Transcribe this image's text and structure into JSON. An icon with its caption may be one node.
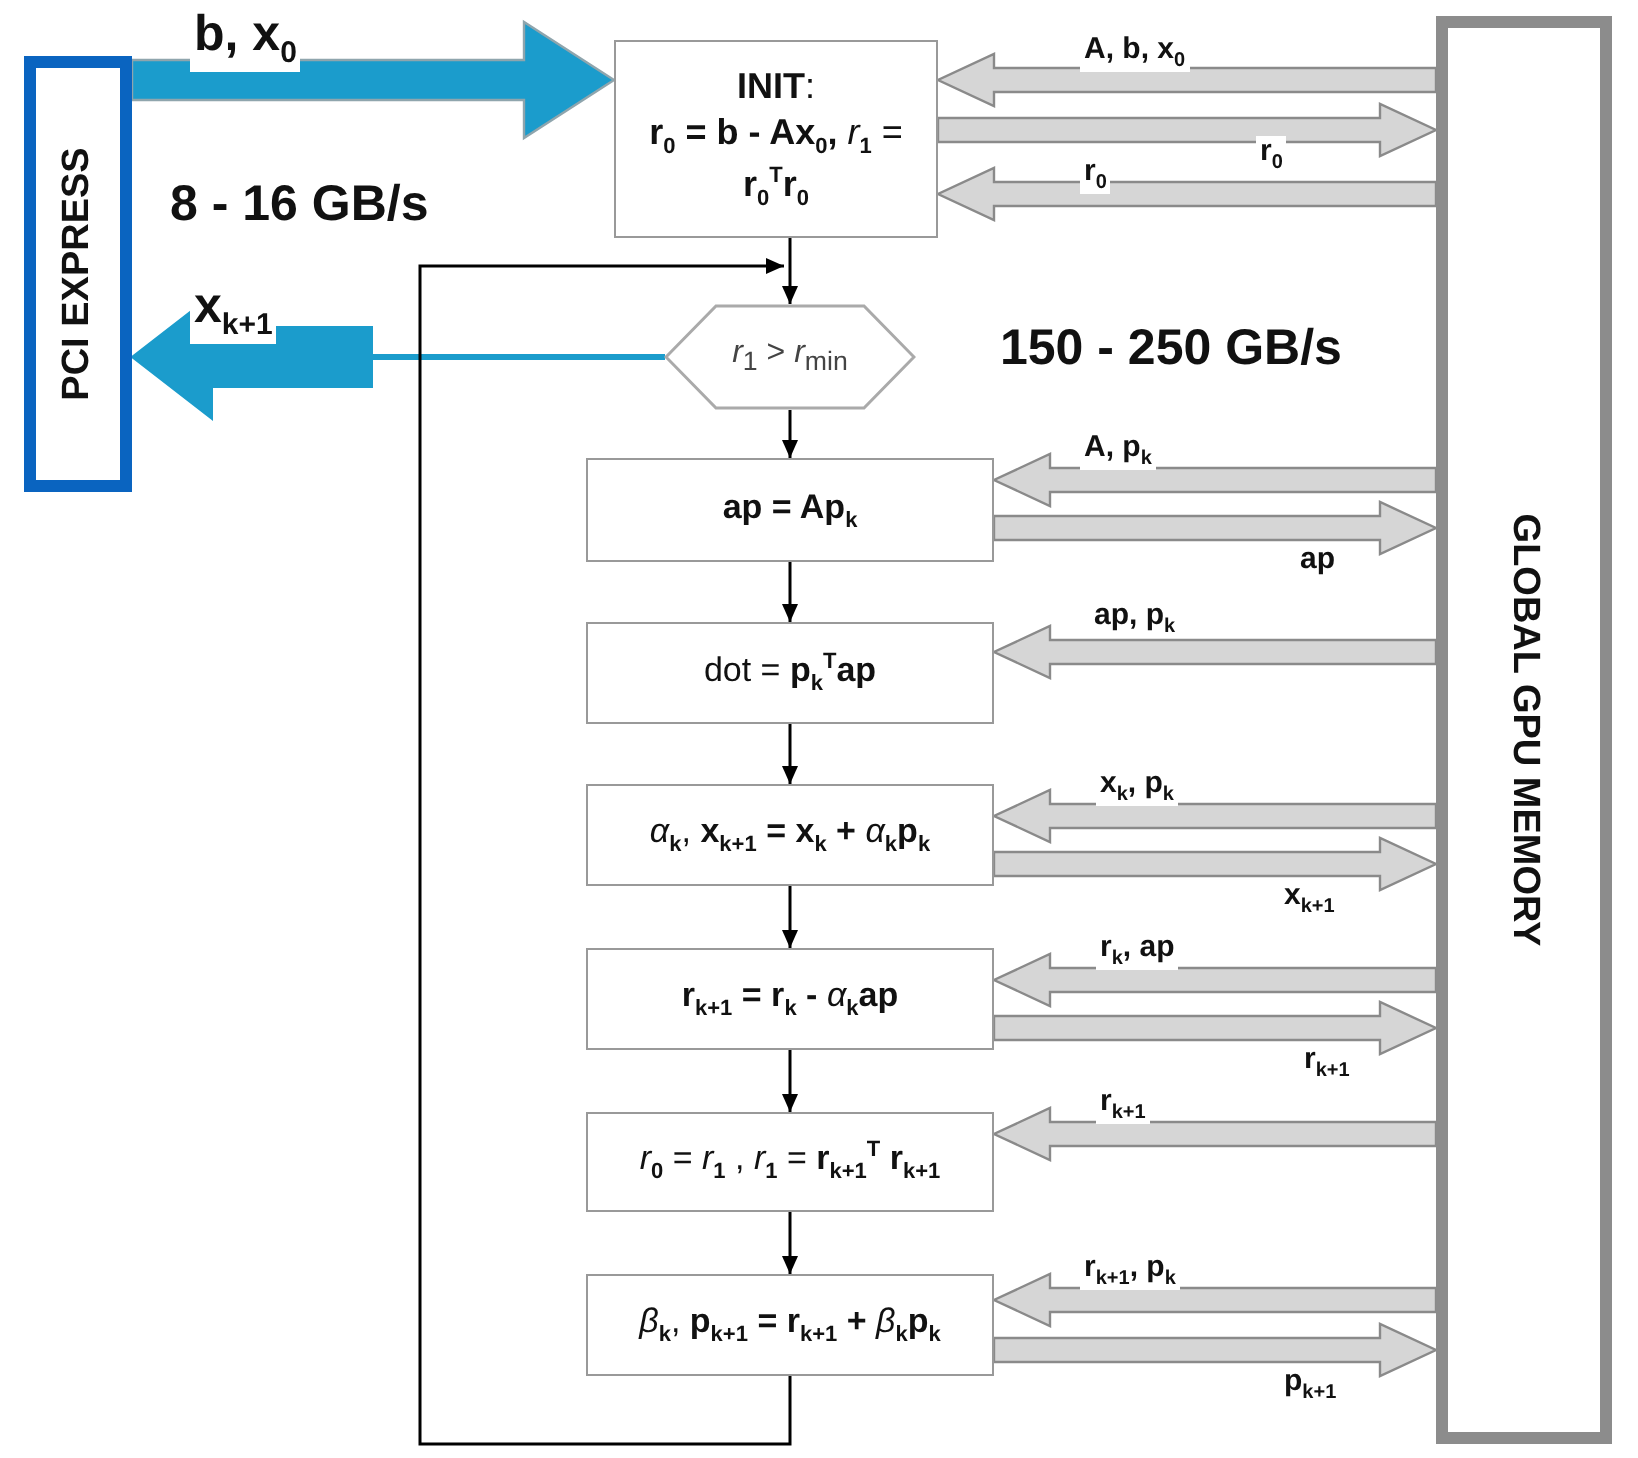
{
  "diagram": {
    "nodes": [
      {
        "text": [
          "PCI EXPRESS"
        ]
      },
      {
        "text": [
          "**INIT**:",
          "**r**$_{0}$ **= b - Ax**$_{0}$**,** *r*$_{1}$ = **r**$_{0}$$^{T}$**r**$_{0}$"
        ]
      },
      {
        "text": [
          "*r*$_{1}$ > *r*$_{min}$"
        ]
      },
      {
        "text": [
          "**ap = Ap**$_{k}$"
        ]
      },
      {
        "text": [
          "dot = **p**$_{k}$$^{T}$**ap**"
        ]
      },
      {
        "text": [
          "*α*$_{k}$, **x**$_{k+1}$ **= x**$_{k}$ **+** *α*$_{k}$**p**$_{k}$"
        ]
      },
      {
        "text": [
          "**r**$_{k+1}$ **= r**$_{k}$ **-** *α*$_{k}$**ap**"
        ]
      },
      {
        "text": [
          "*r*$_{0}$ = *r*$_{1}$ , *r*$_{1}$ = **r**$_{k+1}$$^{T}$ **r**$_{k+1}$"
        ]
      },
      {
        "text": [
          "*β*$_{k}$, **p**$_{k+1}$ **= r**$_{k+1}$ **+** *β*$_{k}$**p**$_{k}$"
        ]
      },
      {
        "text": [
          "GLOBAL GPU MEMORY"
        ]
      }
    ],
    "edges": [
      {
        "from": 0,
        "to": 1,
        "arrow": "to",
        "label": "b, x$_{0}$",
        "style": "thick",
        "color": "#1b9ccc"
      },
      {
        "from": 2,
        "to": 0,
        "arrow": "to",
        "label": "x$_{k+1}$",
        "color": "#1b9ccc"
      },
      {
        "from": 1,
        "to": 2,
        "arrow": "to"
      },
      {
        "from": 2,
        "to": 3,
        "arrow": "to"
      },
      {
        "from": 3,
        "to": 4,
        "arrow": "to"
      },
      {
        "from": 4,
        "to": 5,
        "arrow": "to"
      },
      {
        "from": 5,
        "to": 6,
        "arrow": "to"
      },
      {
        "from": 6,
        "to": 7,
        "arrow": "to"
      },
      {
        "from": 7,
        "to": 8,
        "arrow": "to"
      },
      {
        "from": 8,
        "to": 2,
        "arrow": "to"
      },
      {
        "from": 9,
        "to": 1,
        "arrow": "to",
        "label": "A, b, x$_{0}$",
        "style": "thick"
      },
      {
        "from": 1,
        "to": 9,
        "arrow": "to",
        "label": "r$_{0}$",
        "style": "thick"
      },
      {
        "from": 9,
        "to": 1,
        "arrow": "to",
        "label": "r$_{0}$",
        "style": "thick"
      },
      {
        "from": 9,
        "to": 3,
        "arrow": "to",
        "label": "A, p$_{k}$",
        "style": "thick"
      },
      {
        "from": 3,
        "to": 9,
        "arrow": "to",
        "label": "ap",
        "style": "thick"
      },
      {
        "from": 9,
        "to": 4,
        "arrow": "to",
        "label": "ap, p$_{k}$",
        "style": "thick"
      },
      {
        "from": 9,
        "to": 5,
        "arrow": "to",
        "label": "x$_{k}$, p$_{k}$",
        "style": "thick"
      },
      {
        "from": 5,
        "to": 9,
        "arrow": "to",
        "label": "x$_{k+1}$",
        "style": "thick"
      },
      {
        "from": 9,
        "to": 6,
        "arrow": "to",
        "label": "r$_{k}$, ap",
        "style": "thick"
      },
      {
        "from": 6,
        "to": 9,
        "arrow": "to",
        "label": "r$_{k+1}$",
        "style": "thick"
      },
      {
        "from": 9,
        "to": 7,
        "arrow": "to",
        "label": "r$_{k+1}$",
        "style": "thick"
      },
      {
        "from": 9,
        "to": 8,
        "arrow": "to",
        "label": "r$_{k+1}$, p$_{k}$",
        "style": "thick"
      },
      {
        "from": 8,
        "to": 9,
        "arrow": "to",
        "label": "p$_{k+1}$",
        "style": "thick"
      }
    ],
    "labels": [
      "8 - 16 GB/s",
      "150 - 250 GB/s"
    ]
  }
}
